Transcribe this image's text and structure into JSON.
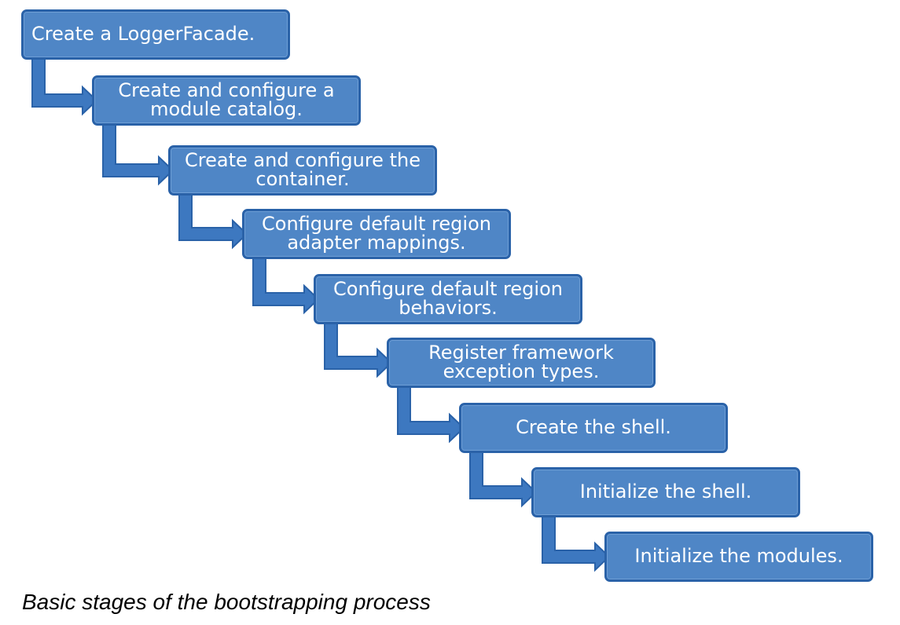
{
  "diagram": {
    "colors": {
      "box_fill": "#4f86c6",
      "box_border": "#2a62a8",
      "connector_fill": "#3d78c0",
      "connector_stroke": "#2a62a8",
      "text": "#ffffff"
    },
    "steps": [
      {
        "label": "Create a LoggerFacade."
      },
      {
        "label": "Create and configure a module catalog."
      },
      {
        "label": "Create and configure the container."
      },
      {
        "label": "Configure default region adapter mappings."
      },
      {
        "label": "Configure default region behaviors."
      },
      {
        "label": "Register framework exception types."
      },
      {
        "label": "Create the shell."
      },
      {
        "label": "Initialize the shell."
      },
      {
        "label": "Initialize the modules."
      }
    ]
  },
  "caption": "Basic stages of the bootstrapping process"
}
